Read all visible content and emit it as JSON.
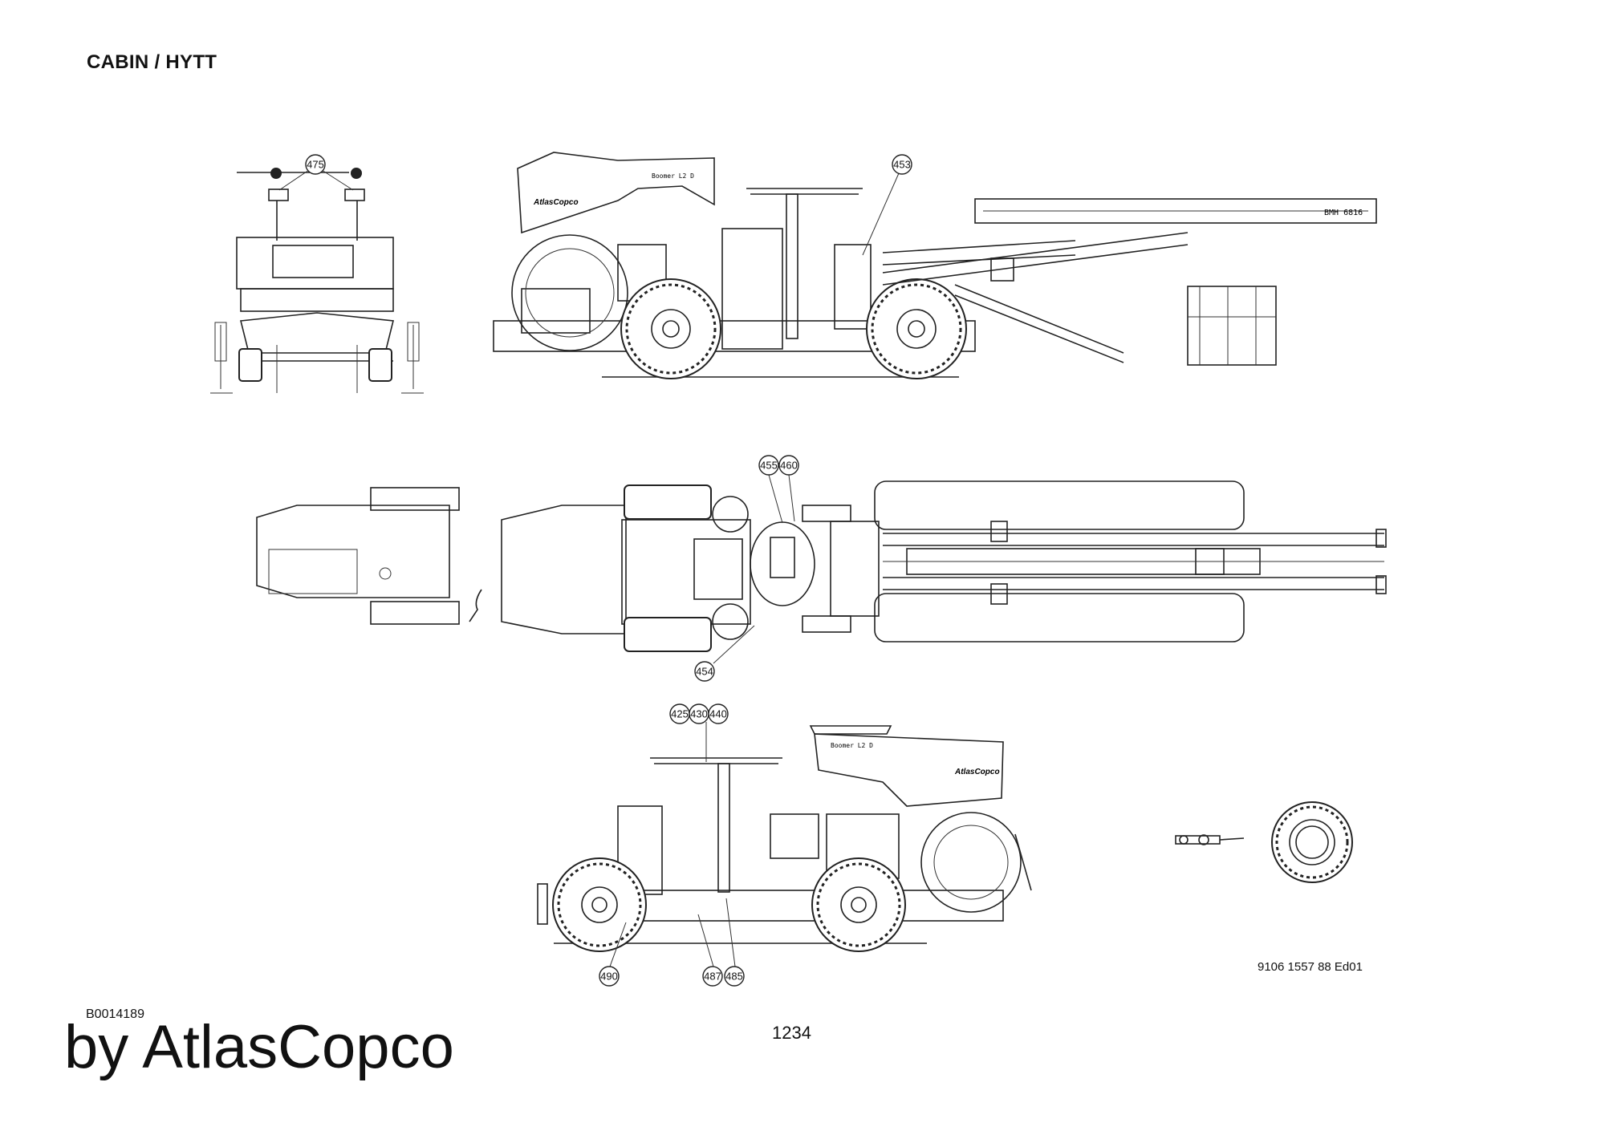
{
  "heading": "CABIN / HYTT",
  "drawing_number": "9106 1557 88 Ed01",
  "reference": "B0014189",
  "page_number": "1234",
  "brand_line": "by AtlasCopco",
  "callouts": [
    "475",
    "453",
    "455",
    "460",
    "454",
    "425",
    "430",
    "440",
    "490",
    "487",
    "485"
  ],
  "machine_labels": {
    "model_side": "Boomer L2 D",
    "maker_side": "AtlasCopco",
    "feed_label": "BMH 6816",
    "model_lower": "Boomer L2 D",
    "maker_lower": "AtlasCopco"
  }
}
